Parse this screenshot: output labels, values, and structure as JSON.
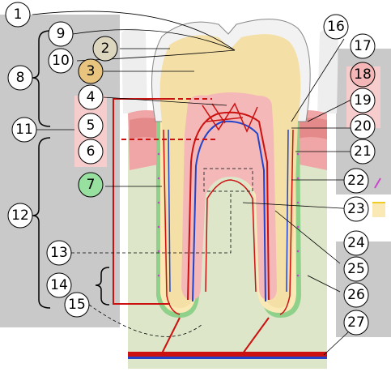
{
  "labels": {
    "l1": "1",
    "l2": "2",
    "l3": "3",
    "l4": "4",
    "l5": "5",
    "l6": "6",
    "l7": "7",
    "l8": "8",
    "l9": "9",
    "l10": "10",
    "l11": "11",
    "l12": "12",
    "l13": "13",
    "l14": "14",
    "l15": "15",
    "l16": "16",
    "l17": "17",
    "l18": "18",
    "l19": "19",
    "l20": "20",
    "l21": "21",
    "l22": "22",
    "l23": "23",
    "l24": "24",
    "l25": "25",
    "l26": "26",
    "l27": "27"
  },
  "colors": {
    "panel_gray": "#c9c9c9",
    "bone": "#dde6c9",
    "gum": "#f0a6a6",
    "gum_light": "#f7cccc",
    "enamel": "#f2f2f2",
    "dentin": "#f4dfa6",
    "pulp": "#f5b8b8",
    "cementum": "#fbe9b5",
    "pdl_green": "#8fd18a",
    "artery": "#cc1111",
    "vein": "#2244cc",
    "nerve": "#eecc22",
    "nerve_ending": "#cc44cc",
    "circle_2": "#dcd6bf",
    "circle_3": "#e8c47e",
    "circle_7": "#98e0a0",
    "circle_18": "#f4b6b6",
    "circle_default": "#ffffff"
  }
}
